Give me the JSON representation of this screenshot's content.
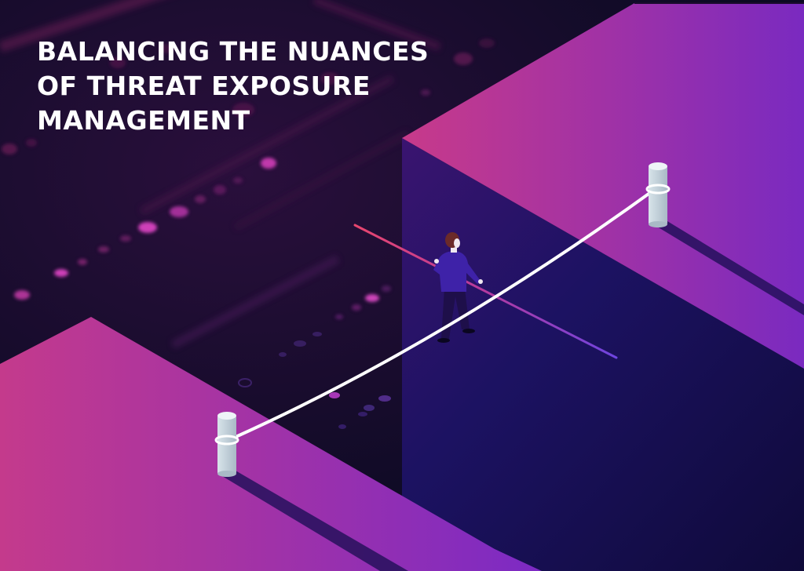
{
  "headline": {
    "lines": [
      "BALANCING THE NUANCES",
      "OF THREAT EXPOSURE",
      "MANAGEMENT"
    ],
    "full_text": "BALANCING THE NUANCES OF THREAT EXPOSURE MANAGEMENT"
  },
  "illustration": {
    "subject": "person-walking-tightrope-between-platforms",
    "elements": [
      "left-platform",
      "right-platform",
      "tightrope",
      "balance-pole",
      "rope-post-left",
      "rope-post-right",
      "walker"
    ]
  },
  "colors": {
    "background": "#0e0b26",
    "platform_gradient_start": "#c83a8a",
    "platform_gradient_end": "#7a2ac0",
    "platform_side": "#1c1260",
    "shadow": "#2c1360",
    "rope": "#ffffff",
    "post": "#c5d3dc",
    "pole_start": "#e0467a",
    "pole_end": "#7a40e0",
    "walker_shirt": "#3e22a8",
    "walker_pants": "#1e0f4a",
    "walker_hair": "#6b2a2a",
    "glow": "#e040c0",
    "headline_text": "#ffffff"
  }
}
